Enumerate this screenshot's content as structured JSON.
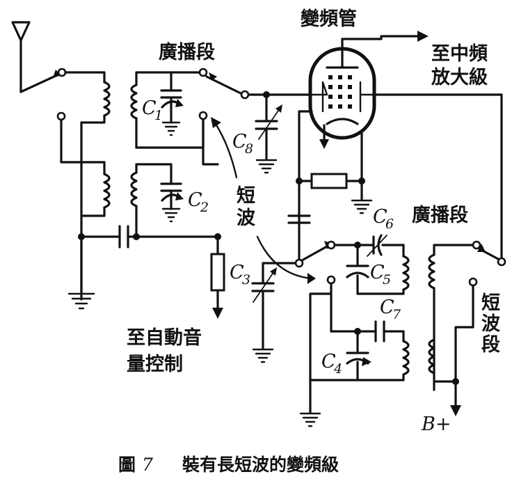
{
  "labels": {
    "converter_tube": "變頻管",
    "broadcast_band_top": "廣播段",
    "to_if_line1": "至中頻",
    "to_if_line2": "放大級",
    "shortwave_line1": "短",
    "shortwave_line2": "波",
    "broadcast_band_right": "廣播段",
    "shortwave_band_line1": "短",
    "shortwave_band_line2": "波",
    "shortwave_band_line3": "段",
    "avc_line1": "至自動音",
    "avc_line2": "量控制",
    "b_plus": "B+"
  },
  "components": {
    "c1": {
      "letter": "C",
      "index": "1"
    },
    "c2": {
      "letter": "C",
      "index": "2"
    },
    "c3": {
      "letter": "C",
      "index": "3"
    },
    "c4": {
      "letter": "C",
      "index": "4"
    },
    "c5": {
      "letter": "C",
      "index": "5"
    },
    "c6": {
      "letter": "C",
      "index": "6"
    },
    "c7": {
      "letter": "C",
      "index": "7"
    },
    "c8": {
      "letter": "C",
      "index": "8"
    }
  },
  "caption": {
    "figure": "圖",
    "number": "7",
    "title": "裝有長短波的變頻級"
  }
}
